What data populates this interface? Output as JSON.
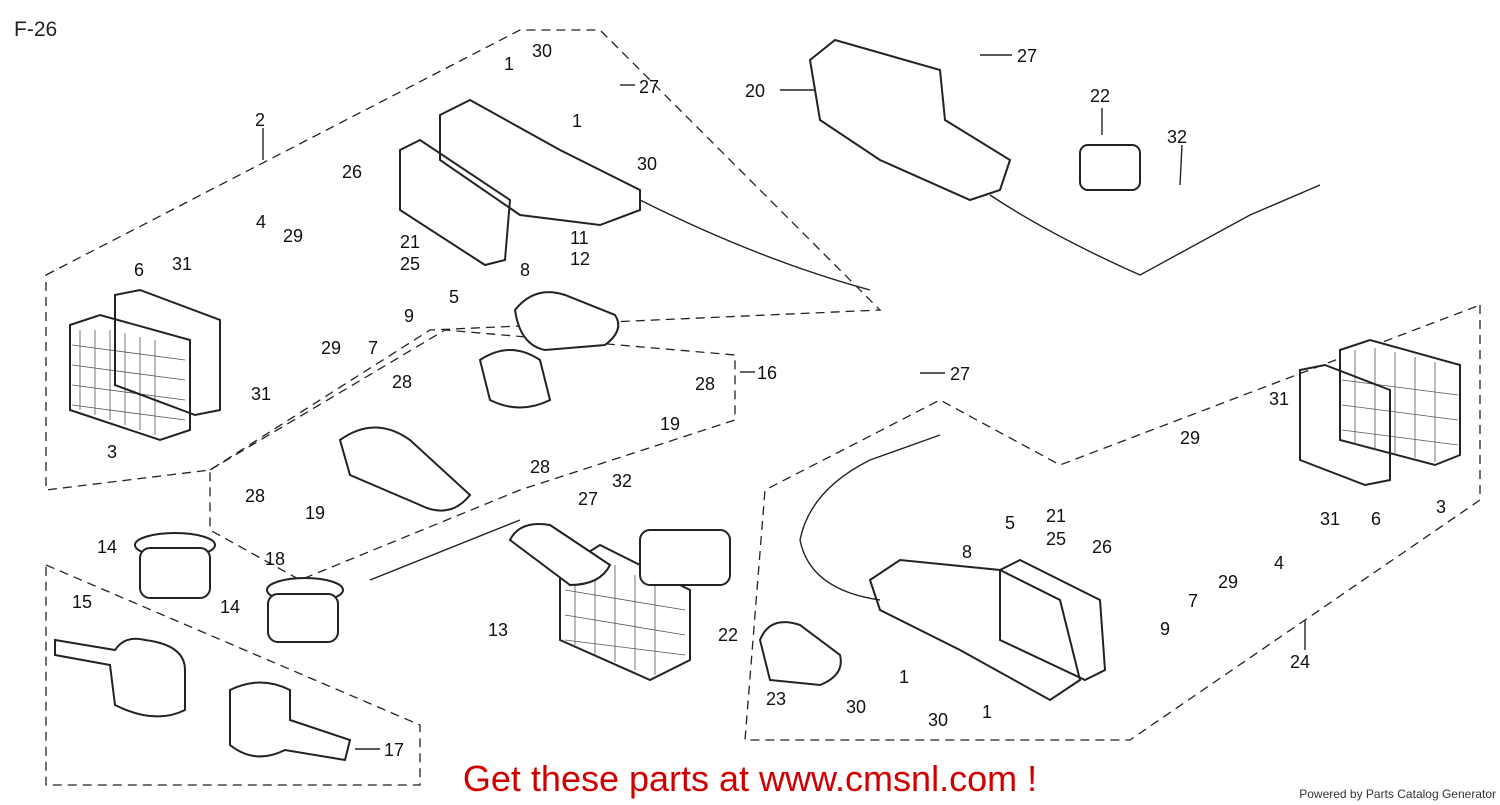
{
  "page_title": "F-26",
  "promo_text": "Get these parts at www.cmsnl.com !",
  "footer_text": "Powered by Parts Catalog Generator",
  "promo_color": "#d10000",
  "part_labels": {
    "l1a": "1",
    "l30a": "30",
    "l27a": "27",
    "l20": "20",
    "l27b": "27",
    "l22a": "22",
    "l32a": "32",
    "l2": "2",
    "l1b": "1",
    "l30b": "30",
    "l26a": "26",
    "l4a": "4",
    "l29a": "29",
    "l21a": "21",
    "l25a": "25",
    "l11": "11",
    "l12": "12",
    "l6a": "6",
    "l31a": "31",
    "l8": "8",
    "l5a": "5",
    "l9a": "9",
    "l7a": "7",
    "l29b": "29",
    "l31b": "31",
    "l3a": "3",
    "l28a": "28",
    "l28b": "28",
    "l16": "16",
    "l27c": "27",
    "l19a": "19",
    "l28c": "28",
    "l19b": "19",
    "l28d": "28",
    "l32b": "32",
    "l27d": "27",
    "l18": "18",
    "l14a": "14",
    "l14b": "14",
    "l15": "15",
    "l13": "13",
    "l22b": "22",
    "l17": "17",
    "l31c": "31",
    "l29c": "29",
    "l3b": "3",
    "l6b": "6",
    "l31d": "31",
    "l4b": "4",
    "l29d": "29",
    "l21b": "21",
    "l25b": "25",
    "l5b": "5",
    "l8b": "8",
    "l26b": "26",
    "l7b": "7",
    "l9b": "9",
    "l24": "24",
    "l23": "23",
    "l30c": "30",
    "l1c": "1",
    "l30d": "30",
    "l1d": "1"
  }
}
